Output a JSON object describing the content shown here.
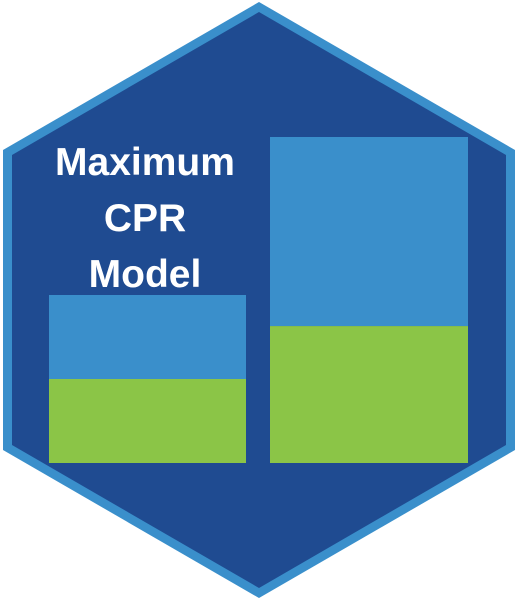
{
  "logo": {
    "title_lines": [
      "Maximum",
      "CPR",
      "Model"
    ],
    "colors": {
      "hex_fill": "#1f4b91",
      "hex_border": "#3a8fcb",
      "bar_top": "#3a8fcb",
      "bar_bottom": "#8bc547",
      "text": "#ffffff"
    },
    "bars": [
      {
        "name": "small",
        "top_fraction": 0.5,
        "bottom_fraction": 0.5
      },
      {
        "name": "large",
        "top_fraction": 0.58,
        "bottom_fraction": 0.42
      }
    ]
  }
}
